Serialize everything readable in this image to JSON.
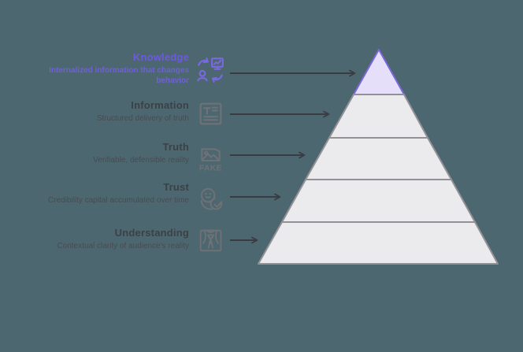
{
  "diagram": {
    "type": "pyramid",
    "levels": [
      {
        "title": "Knowledge",
        "description": "Internalized information that changes behavior",
        "icon": "learning-transfer-icon",
        "highlighted": true
      },
      {
        "title": "Information",
        "description": "Structured delivery of truth",
        "icon": "text-document-icon",
        "highlighted": false
      },
      {
        "title": "Truth",
        "description": "Verifiable, defensible reality",
        "icon": "fake-image-icon",
        "icon_text": "FAKE",
        "highlighted": false
      },
      {
        "title": "Trust",
        "description": "Credibility capital accumulated over time",
        "icon": "credibility-check-icon",
        "highlighted": false
      },
      {
        "title": "Understanding",
        "description": "Contextual clarity of audience's reality",
        "icon": "stage-audience-icon",
        "highlighted": false
      }
    ],
    "colors": {
      "background": "#4D6770",
      "accent_purple": "#6C5BD8",
      "highlight_border": "#7B68DB",
      "highlight_fill": "#E5DFF9",
      "level_fill": "#EBEAEC",
      "level_border": "#929196",
      "arrow": "#393D41",
      "text_title": "#3C4145",
      "text_description": "#474C51",
      "icon_gray": "#6E7276"
    }
  }
}
